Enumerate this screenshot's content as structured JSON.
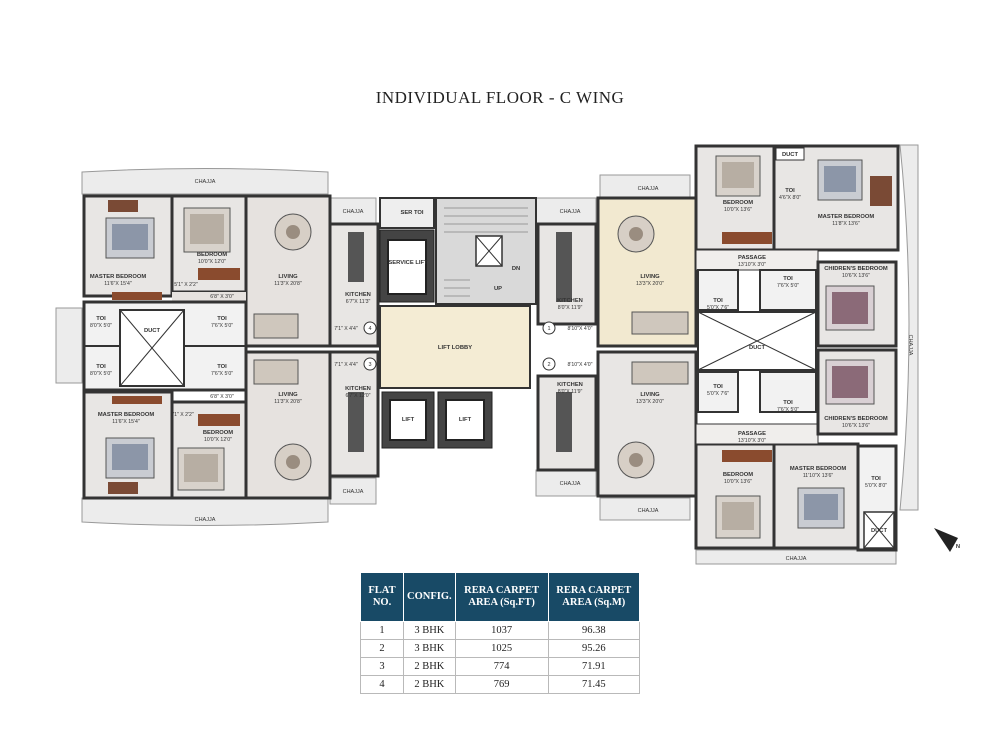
{
  "title": "INDIVIDUAL FLOOR - C WING",
  "plan": {
    "chajja": "CHAJJA",
    "duct": "DUCT",
    "left_upper": {
      "master_bedroom": {
        "label": "MASTER BEDROOM",
        "dim": "11'6\"X 15'4\""
      },
      "bedroom": {
        "label": "BEDROOM",
        "dim": "10'0\"X 12'0\""
      },
      "living": {
        "label": "LIVING",
        "dim": "11'3\"X 20'8\""
      },
      "kitchen": {
        "label": "KITCHEN",
        "dim": "6'7\"X 11'3\""
      },
      "toi_a": {
        "label": "TOI",
        "dim": "8'0\"X 5'0\""
      },
      "toi_b": {
        "label": "TOI",
        "dim": "7'6\"X 5'0\""
      },
      "passage_a": "5'1\" X 2'2\"",
      "passage_b": "6'8\" X 3'0\"",
      "passage_c": "7'1\" X 4'4\"",
      "flat_no": "4"
    },
    "left_lower": {
      "master_bedroom": {
        "label": "MASTER BEDROOM",
        "dim": "11'6\"X 15'4\""
      },
      "bedroom": {
        "label": "BEDROOM",
        "dim": "10'0\"X 12'0\""
      },
      "living": {
        "label": "LIVING",
        "dim": "11'3\"X 20'8\""
      },
      "kitchen": {
        "label": "KITCHEN",
        "dim": "6'7\"X 12'0\""
      },
      "toi_a": {
        "label": "TOI",
        "dim": "8'0\"X 5'0\""
      },
      "toi_b": {
        "label": "TOI",
        "dim": "7'6\"X 5'0\""
      },
      "passage_a": "5'1\" X 2'2\"",
      "passage_b": "6'8\" X 3'0\"",
      "passage_c": "7'1\" X 4'4\"",
      "flat_no": "3"
    },
    "core": {
      "service_lift": "SERVICE LIFT",
      "ser_toi": "SER TOI",
      "lift_lobby": "LIFT LOBBY",
      "lift": "LIFT",
      "up": "UP",
      "dn": "DN"
    },
    "right_upper": {
      "kitchen": {
        "label": "KITCHEN",
        "dim": "8'0\"X 11'9\""
      },
      "living": {
        "label": "LIVING",
        "dim": "13'3\"X 20'0\""
      },
      "bedroom": {
        "label": "BEDROOM",
        "dim": "10'0\"X 13'6\""
      },
      "master_bedroom": {
        "label": "MASTER BEDROOM",
        "dim": "11'8\"X 13'6\""
      },
      "toi_a": {
        "label": "TOI",
        "dim": "4'6\"X 8'0\""
      },
      "passage": {
        "label": "PASSAGE",
        "dim": "13'10\"X 3'0\""
      },
      "childrens_bedroom": {
        "label": "CHIDREN'S BEDROOM",
        "dim": "10'6\"X 13'6\""
      },
      "toi_b": {
        "label": "TOI",
        "dim": "5'0\"X 7'6\""
      },
      "toi_c": {
        "label": "TOI",
        "dim": "7'6\"X 5'0\""
      },
      "foyer": "8'10\"X 4'0\"",
      "flat_no": "1"
    },
    "right_lower": {
      "kitchen": {
        "label": "KITCHEN",
        "dim": "8'0\"X 11'9\""
      },
      "living": {
        "label": "LIVING",
        "dim": "13'3\"X 20'0\""
      },
      "bedroom": {
        "label": "BEDROOM",
        "dim": "10'0\"X 13'6\""
      },
      "master_bedroom": {
        "label": "MASTER BEDROOM",
        "dim": "11'10\"X 13'6\""
      },
      "toi_a": {
        "label": "TOI",
        "dim": "5'0\"X 8'0\""
      },
      "passage": {
        "label": "PASSAGE",
        "dim": "13'10\"X 3'0\""
      },
      "childrens_bedroom": {
        "label": "CHIDREN'S BEDROOM",
        "dim": "10'6\"X 13'6\""
      },
      "toi_b": {
        "label": "TOI",
        "dim": "5'0\"X 7'6\""
      },
      "toi_c": {
        "label": "TOI",
        "dim": "7'6\"X 5'0\""
      },
      "foyer": "8'10\"X 4'0\"",
      "flat_no": "2"
    },
    "compass": "N"
  },
  "area_table": {
    "headers": [
      "FLAT NO.",
      "CONFIG.",
      "RERA CARPET AREA (Sq.FT)",
      "RERA CARPET AREA (Sq.M)"
    ],
    "rows": [
      [
        "1",
        "3 BHK",
        "1037",
        "96.38"
      ],
      [
        "2",
        "3 BHK",
        "1025",
        "95.26"
      ],
      [
        "3",
        "2 BHK",
        "774",
        "71.91"
      ],
      [
        "4",
        "2 BHK",
        "769",
        "71.45"
      ]
    ]
  }
}
